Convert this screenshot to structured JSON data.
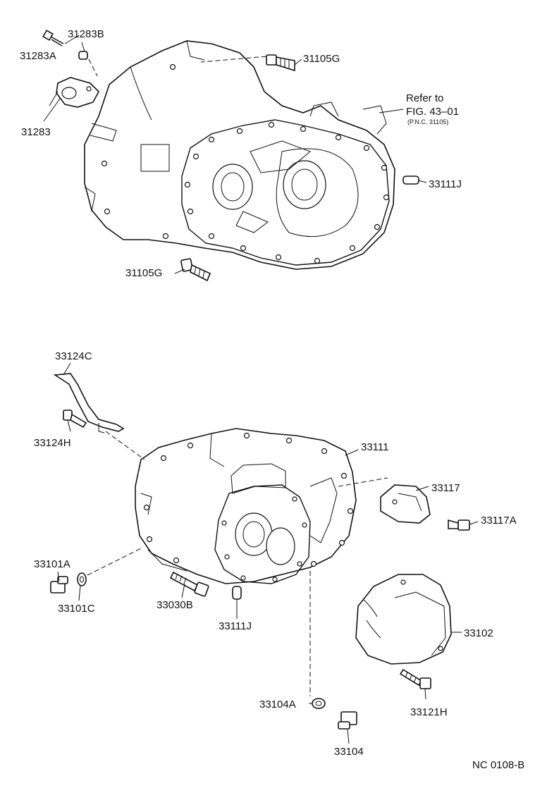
{
  "diagram": {
    "labels": {
      "l_31283A": "31283A",
      "l_31283B": "31283B",
      "l_31283": "31283",
      "l_31105G_top": "31105G",
      "l_refer1": "Refer to",
      "l_refer2": "FIG. 43–01",
      "l_refer3": "(P.N.C. 31105)",
      "l_33111J_top": "33111J",
      "l_31105G_bot": "31105G",
      "l_33124C": "33124C",
      "l_33124H": "33124H",
      "l_33111": "33111",
      "l_33117": "33117",
      "l_33117A": "33117A",
      "l_33101A": "33101A",
      "l_33101C": "33101C",
      "l_33030B": "33030B",
      "l_33111J_bot": "33111J",
      "l_33102": "33102",
      "l_33104A": "33104A",
      "l_33121H": "33121H",
      "l_33104": "33104",
      "l_nc": "NC 0108-B"
    }
  }
}
